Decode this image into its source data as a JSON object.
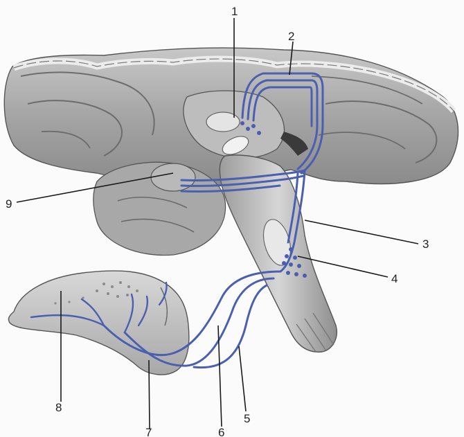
{
  "labels": {
    "l1": "1",
    "l2": "2",
    "l3": "3",
    "l4": "4",
    "l5": "5",
    "l6": "6",
    "l7": "7",
    "l8": "8",
    "l9": "9"
  },
  "colors": {
    "tract": "#4a5fb0",
    "tissue": "#9a9a9a",
    "tissue_light": "#cfcfcf",
    "background": "#fbfbfb"
  }
}
